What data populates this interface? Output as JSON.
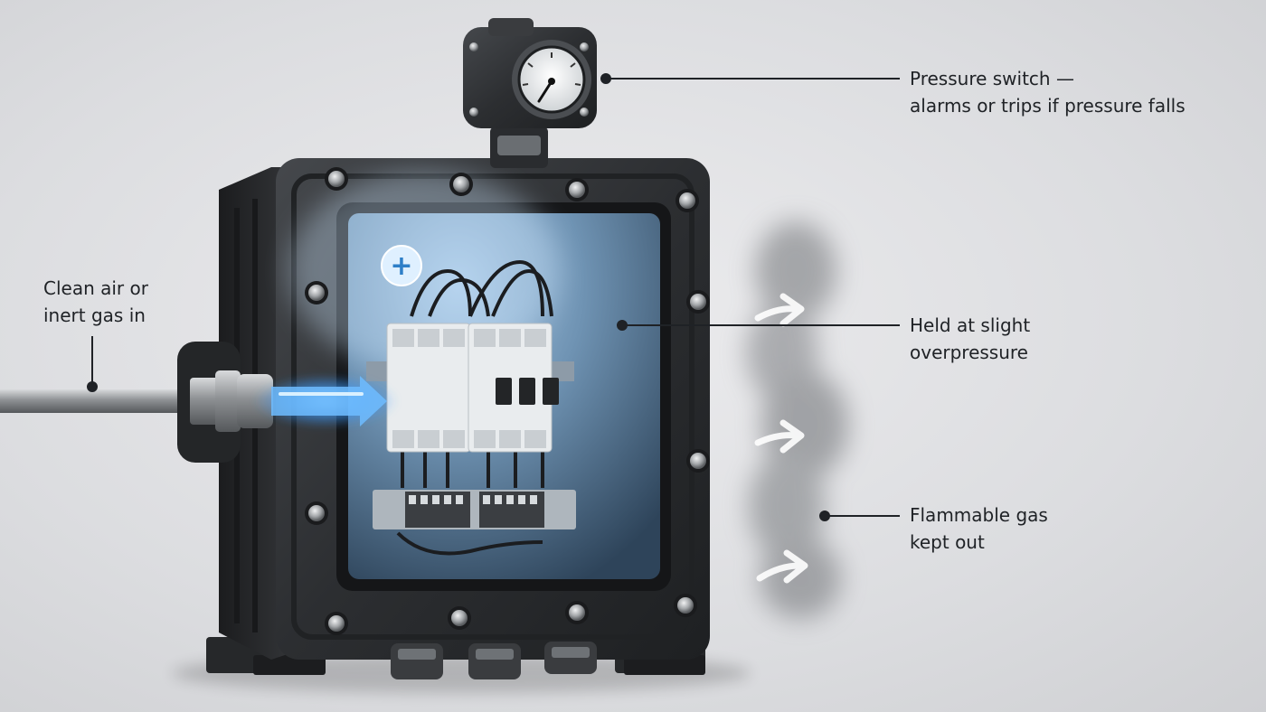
{
  "callouts": {
    "pressure_switch": {
      "line1": "Pressure switch —",
      "line2": "alarms or trips if pressure falls"
    },
    "supply": {
      "line1": "Clean air or",
      "line2": "inert gas in"
    },
    "overpressure": {
      "line1": "Held at slight",
      "line2": "overpressure"
    },
    "flammable_gas": {
      "line1": "Flammable gas",
      "line2": "kept out"
    }
  },
  "symbols": {
    "positive_pressure": "+"
  },
  "colors": {
    "background": "#dcdde0",
    "enclosure": "#2e3033",
    "purge_glow": "#4aa8ff",
    "gas_cloud": "#6f7276",
    "callout_line": "#1f2226"
  },
  "icons": [
    "pressure-gauge-icon",
    "plus-icon",
    "inflow-arrow-icon",
    "outflow-arrow-icon"
  ]
}
